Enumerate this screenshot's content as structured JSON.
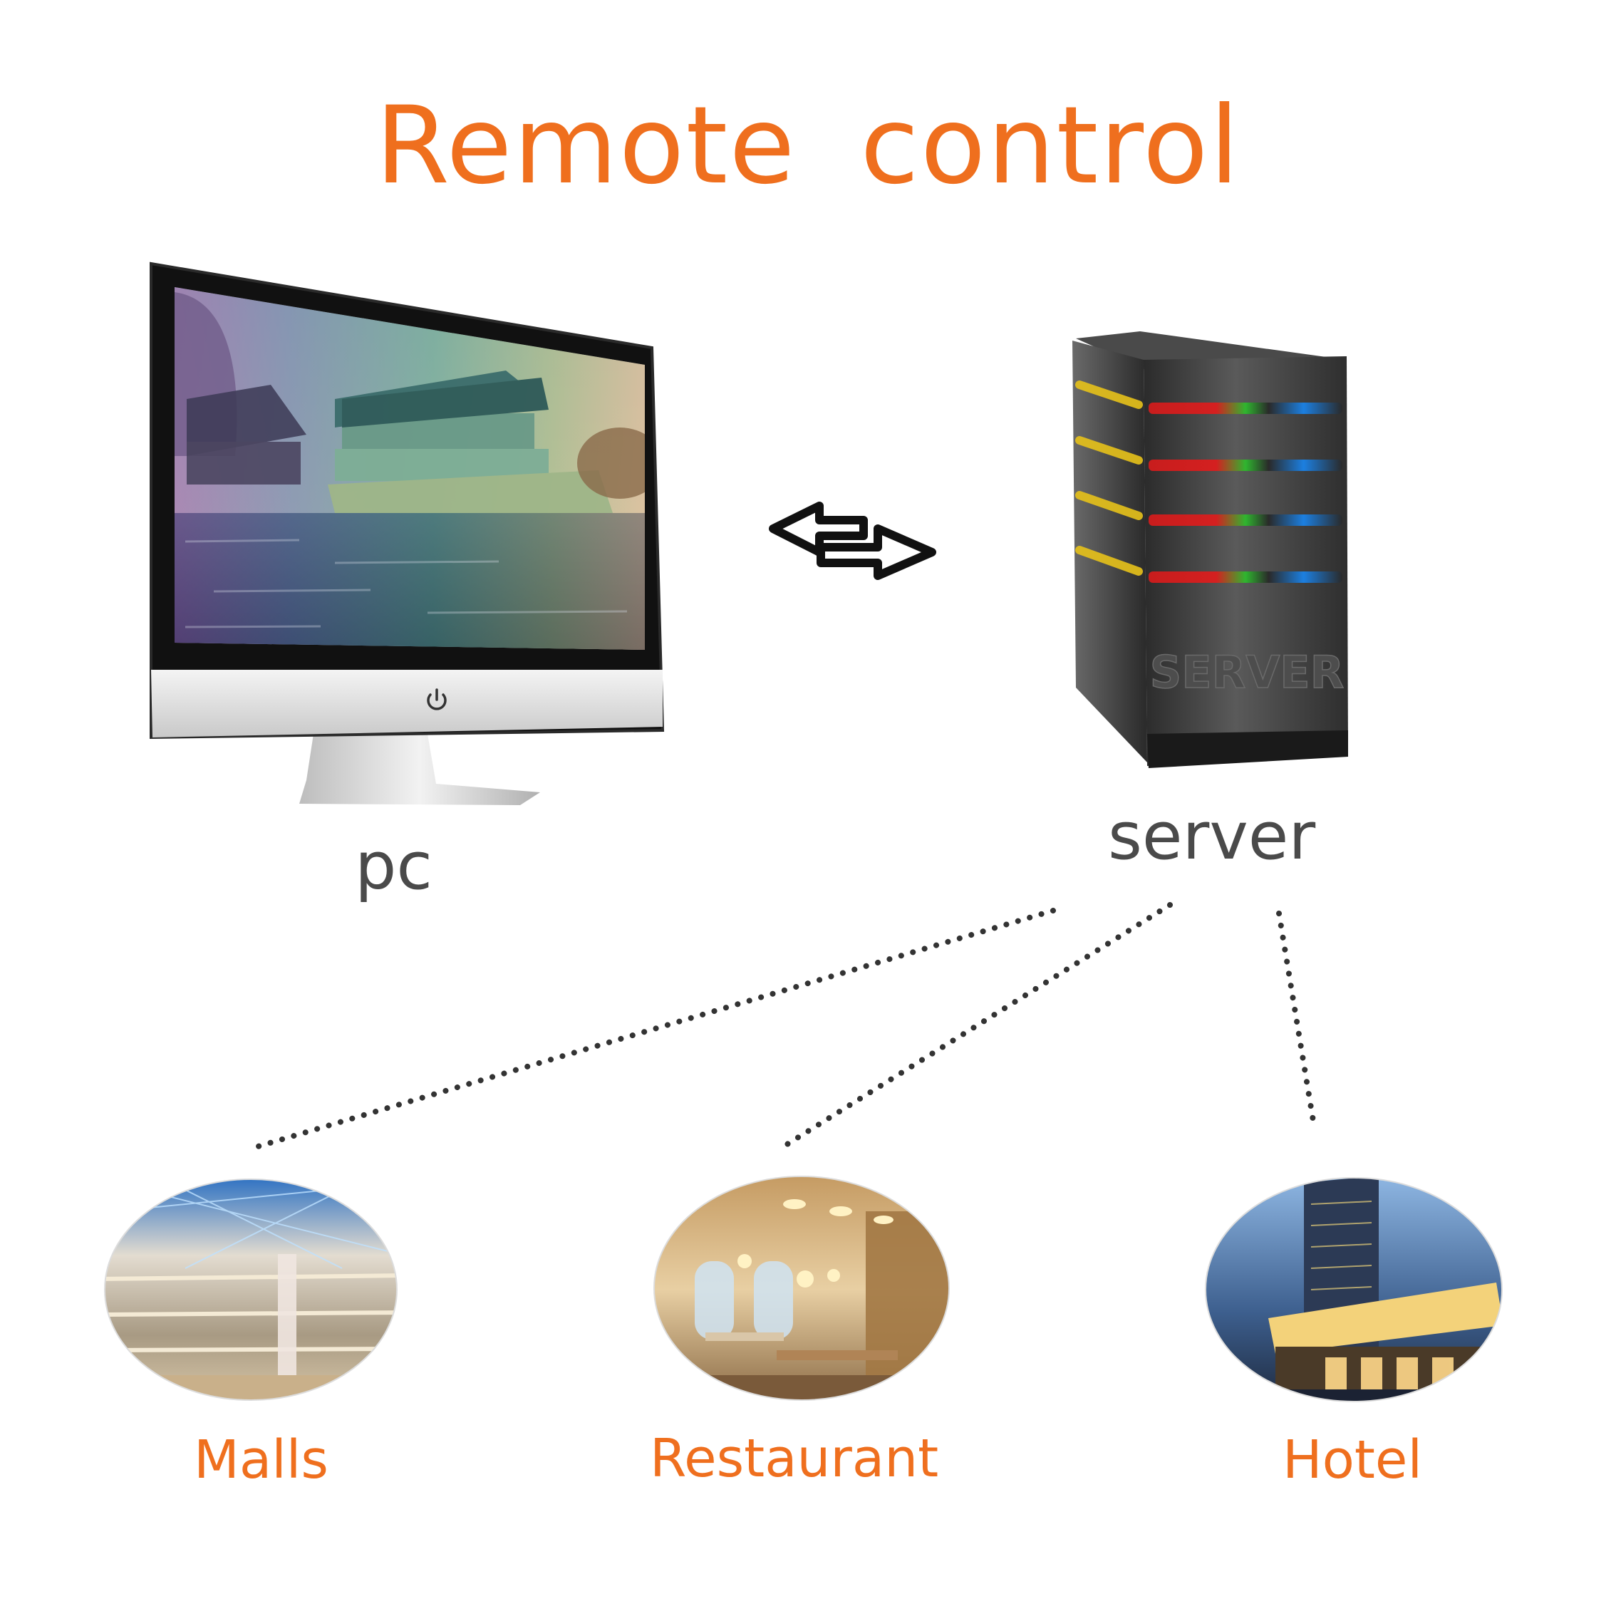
{
  "title": "Remote  control",
  "nodes": {
    "pc": {
      "label": "pc"
    },
    "server": {
      "label": "server",
      "case_lettering": "SERVER"
    },
    "destinations": [
      {
        "label": "Malls"
      },
      {
        "label": "Restaurant"
      },
      {
        "label": "Hotel"
      }
    ]
  },
  "colors": {
    "accent": "#ef6f1e",
    "label_dark": "#4a4a4a",
    "connector": "#333333"
  },
  "icons": {
    "exchange": "bidirectional-arrows-icon",
    "power": "power-icon"
  }
}
